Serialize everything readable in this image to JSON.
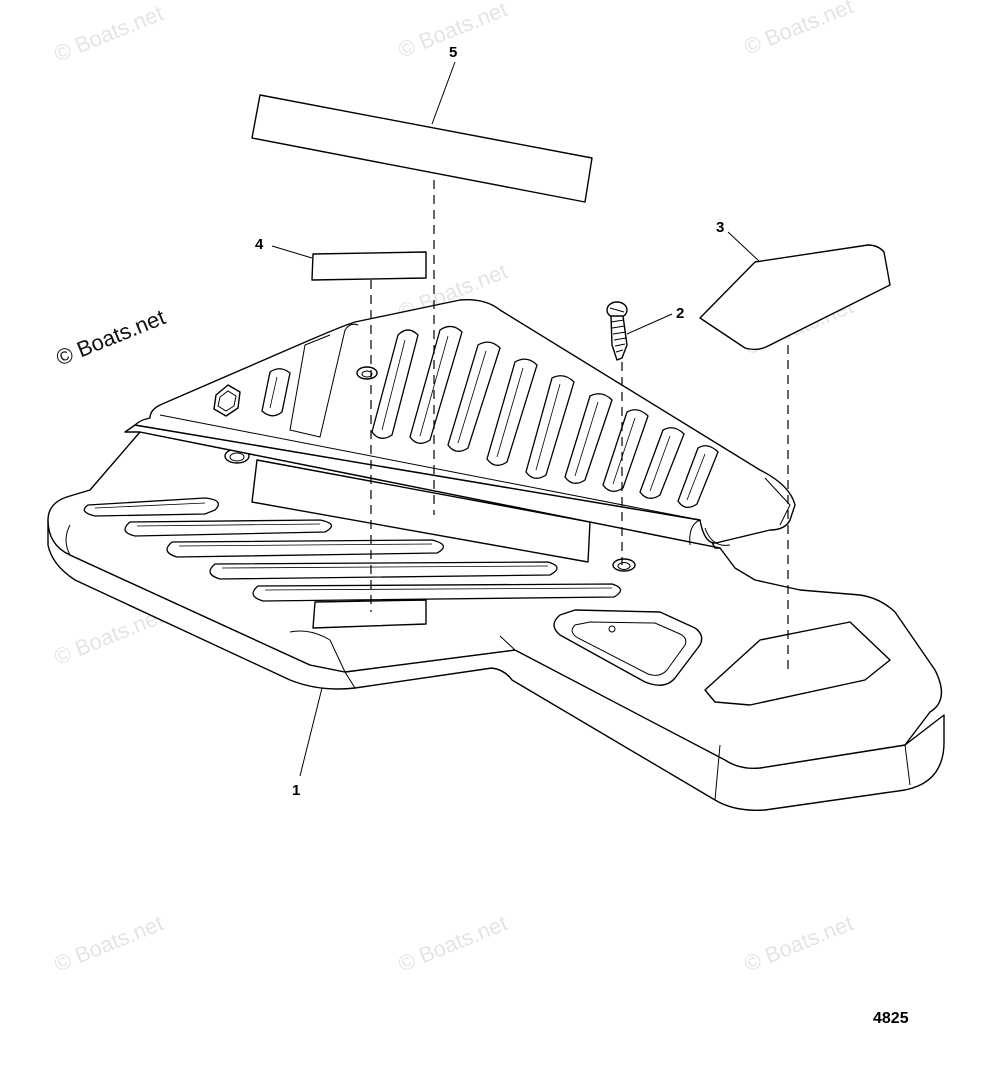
{
  "diagram": {
    "callouts": [
      {
        "id": "1",
        "label": "1"
      },
      {
        "id": "2",
        "label": "2"
      },
      {
        "id": "3",
        "label": "3"
      },
      {
        "id": "4",
        "label": "4"
      },
      {
        "id": "5",
        "label": "5"
      }
    ],
    "figure_number": "4825",
    "watermark": "© Boats.net",
    "line_color": "#000000",
    "watermark_color": "#e4e4e4"
  }
}
